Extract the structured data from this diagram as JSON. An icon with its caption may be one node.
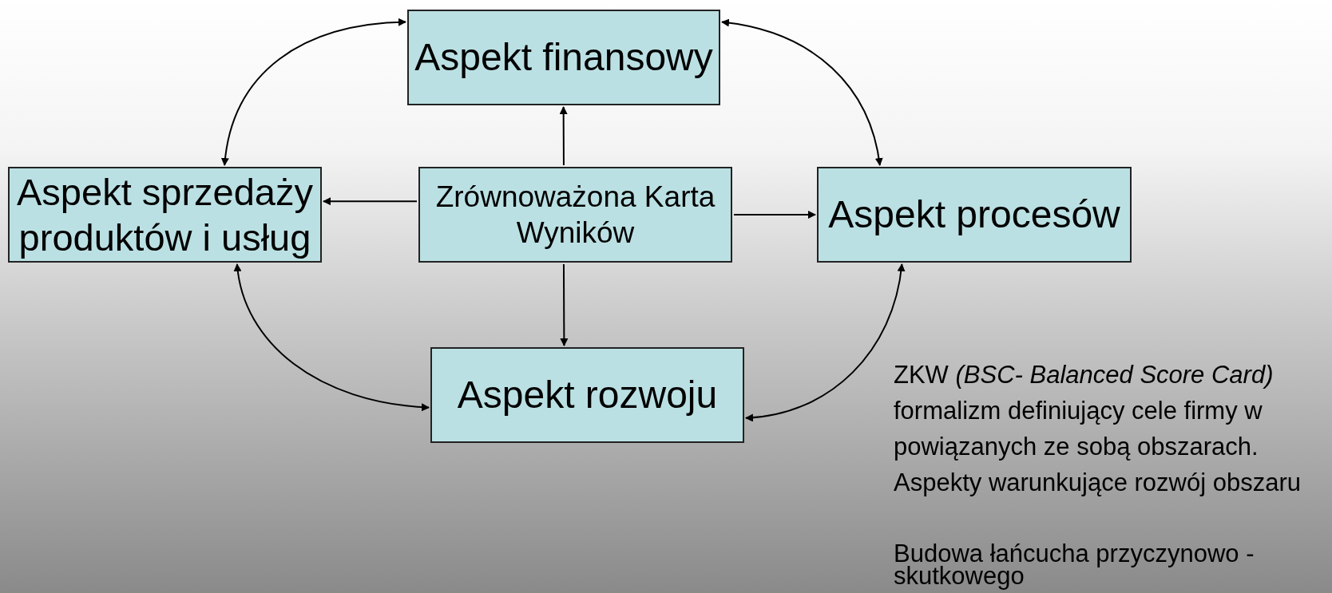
{
  "diagram": {
    "nodes": [
      {
        "text": [
          "Aspekt finansowy"
        ]
      },
      {
        "text": [
          "Aspekt sprzedaży produktów i usług"
        ]
      },
      {
        "text": [
          "Zrównoważona Karta Wyników"
        ]
      },
      {
        "text": [
          "Aspekt procesów"
        ]
      },
      {
        "text": [
          "Aspekt rozwoju"
        ]
      }
    ],
    "edges": [
      {
        "from": 2,
        "to": 0,
        "arrow": "to"
      },
      {
        "from": 2,
        "to": 1,
        "arrow": "to"
      },
      {
        "from": 2,
        "to": 3,
        "arrow": "to"
      },
      {
        "from": 2,
        "to": 4,
        "arrow": "to"
      },
      {
        "from": 0,
        "to": 1,
        "arrow": "both"
      },
      {
        "from": 0,
        "to": 3,
        "arrow": "both"
      },
      {
        "from": 1,
        "to": 4,
        "arrow": "both"
      },
      {
        "from": 3,
        "to": 4,
        "arrow": "both"
      }
    ],
    "labels": [
      "ZKW *(BSC- Balanced Score Card)* formalizm definiujący cele firmy w powiązanych ze sobą obszarach. Aspekty warunkujące rozwój obszaru",
      "Budowa łańcucha przyczynowo - skutkowego"
    ]
  }
}
